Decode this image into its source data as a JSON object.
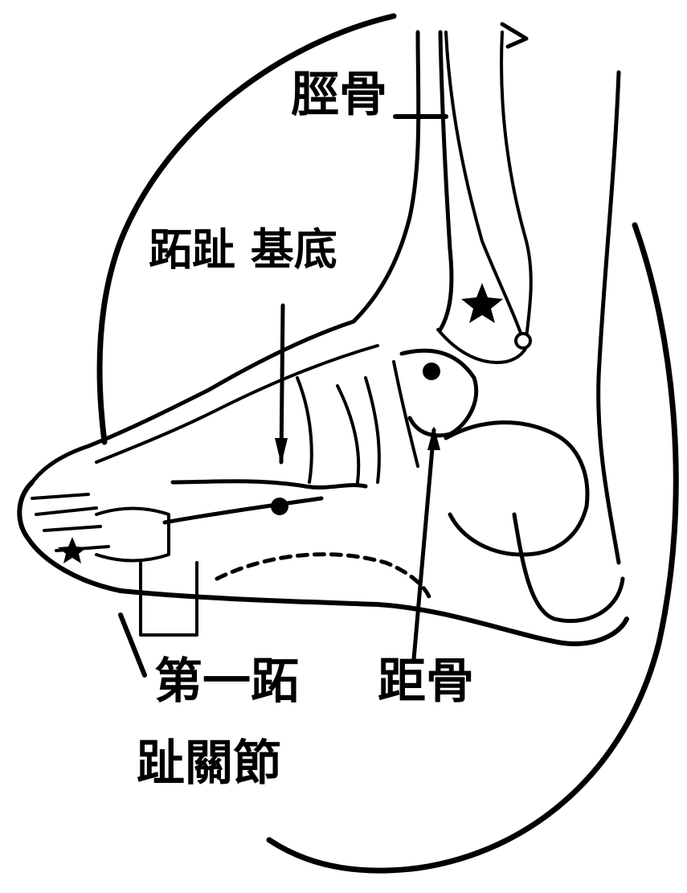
{
  "labels": {
    "tibia": "脛骨",
    "metatarsal_base": "跖趾 基底",
    "first_mtp_line1": "第一跖",
    "first_mtp_line2": "趾關節",
    "talus": "距骨"
  },
  "colors": {
    "ink": "#000000",
    "background": "#ffffff"
  },
  "markers": [
    "dot",
    "dot",
    "dot",
    "star",
    "star"
  ]
}
